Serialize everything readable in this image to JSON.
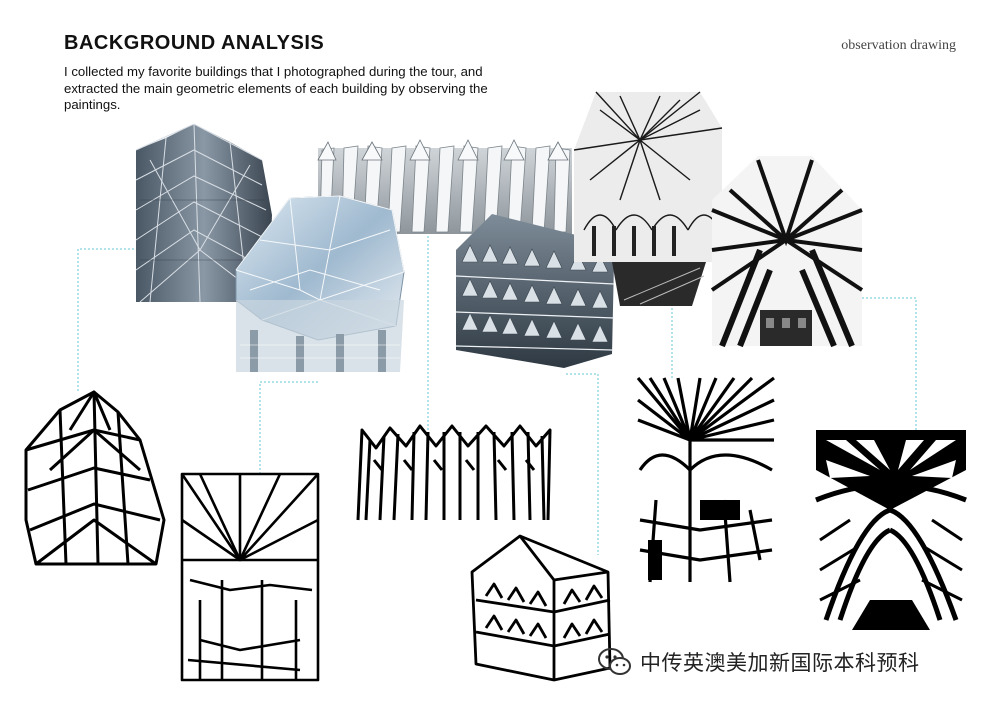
{
  "header": {
    "title": "BACKGROUND ANALYSIS",
    "intro": "I collected my favorite buildings that I photographed during the tour, and extracted the main geometric elements of each building by observing the paintings.",
    "corner_label": "observation drawing"
  },
  "connector_color": "#66c6d6",
  "watermark": {
    "text": "中传英澳美加新国际本科预科",
    "icon": "wechat-icon"
  }
}
